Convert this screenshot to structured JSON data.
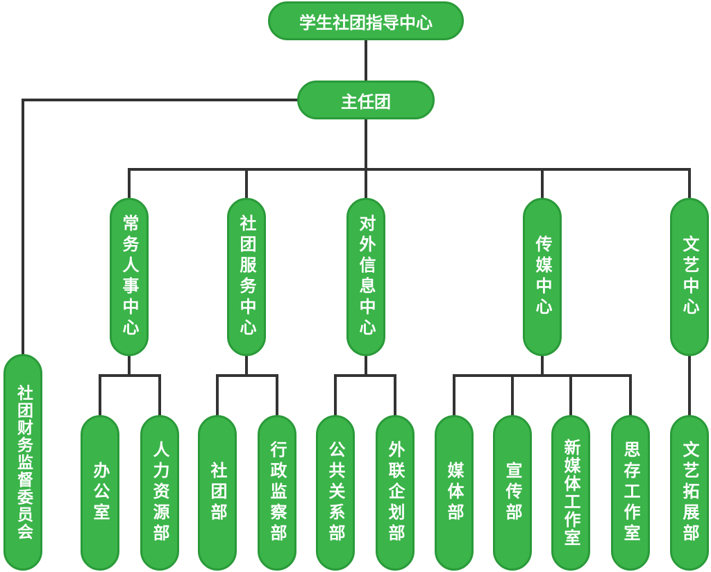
{
  "root": "学生社团指导中心",
  "presidium": "主任团",
  "supervisory": "社团财务监督委员会",
  "centers": [
    {
      "name": "常务人事中心",
      "departments": [
        "办公室",
        "人力资源部"
      ]
    },
    {
      "name": "社团服务中心",
      "departments": [
        "社团部",
        "行政监察部"
      ]
    },
    {
      "name": "对外信息中心",
      "departments": [
        "公共关系部",
        "外联企划部"
      ]
    },
    {
      "name": "传媒中心",
      "departments": [
        "媒体部",
        "宣传部",
        "新媒体工作室",
        "思存工作室"
      ]
    },
    {
      "name": "文艺中心",
      "departments": [
        "文艺拓展部"
      ]
    }
  ],
  "colors": {
    "node_fill": "#3bb44a",
    "node_border": "#2a9a39",
    "connector": "#333333",
    "text": "#ffffff"
  }
}
